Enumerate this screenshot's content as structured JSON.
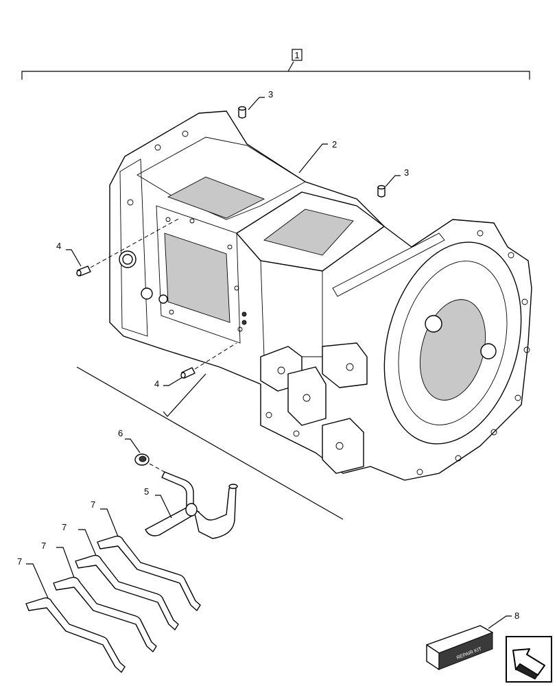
{
  "callouts": {
    "assembly": "1",
    "housing": "2",
    "dowel_top": "3",
    "dowel_right": "3",
    "pin_upper": "4",
    "pin_lower": "4",
    "plug": "6",
    "tube": "5",
    "rod_a": "7",
    "rod_b": "7",
    "rod_c": "7",
    "rod_d": "7",
    "kit": "8"
  },
  "kit_label": "REPAIR KIT",
  "icons": {
    "kit_box": "repair-kit-box-icon",
    "nav_arrow": "navigation-arrow-icon"
  }
}
